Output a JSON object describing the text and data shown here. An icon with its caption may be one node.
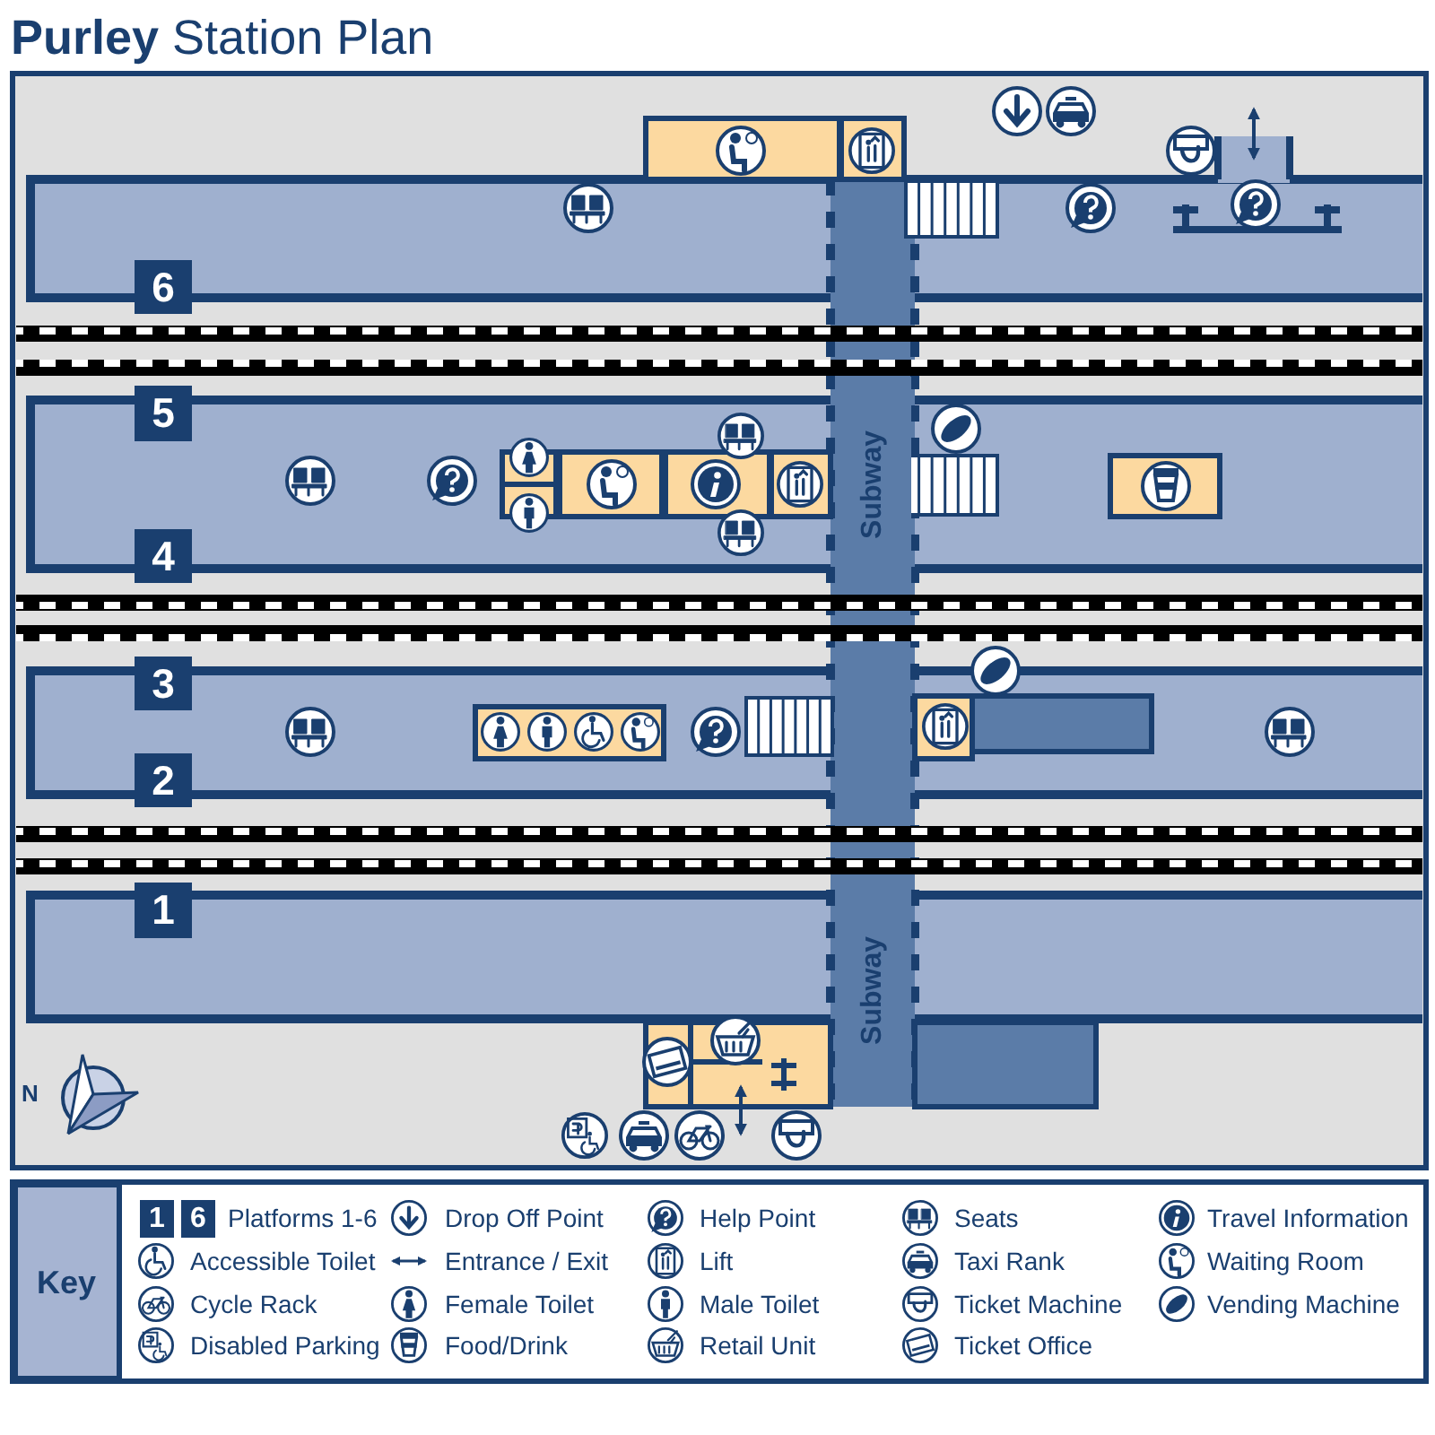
{
  "diagram": {
    "title": "**Purley** Station Plan",
    "nodes": [
      {
        "text": [
          "6"
        ]
      },
      {
        "text": [
          "5"
        ]
      },
      {
        "text": [
          "Subway"
        ]
      },
      {
        "text": [
          "4"
        ]
      },
      {
        "text": [
          "3"
        ]
      },
      {
        "text": [
          "2"
        ]
      },
      {
        "text": [
          "1"
        ]
      },
      {
        "text": [
          "Subway"
        ]
      }
    ],
    "labels": [
      "N",
      "Key",
      "1",
      "6"
    ],
    "legend": [
      {
        "text": "Platforms 1-6"
      },
      {
        "text": "Accessible Toilet"
      },
      {
        "text": "Cycle Rack"
      },
      {
        "text": "Disabled Parking"
      },
      {
        "text": "Drop Off Point"
      },
      {
        "text": "Entrance / Exit"
      },
      {
        "text": "Female Toilet"
      },
      {
        "text": "Food/Drink"
      },
      {
        "text": "Help Point"
      },
      {
        "text": "Lift"
      },
      {
        "text": "Male Toilet"
      },
      {
        "text": "Retail Unit"
      },
      {
        "text": "Seats"
      },
      {
        "text": "Taxi Rank"
      },
      {
        "text": "Ticket Machine"
      },
      {
        "text": "Ticket Office"
      },
      {
        "text": "Travel Information"
      },
      {
        "text": "Waiting Room"
      },
      {
        "text": "Vending Machine"
      }
    ]
  }
}
